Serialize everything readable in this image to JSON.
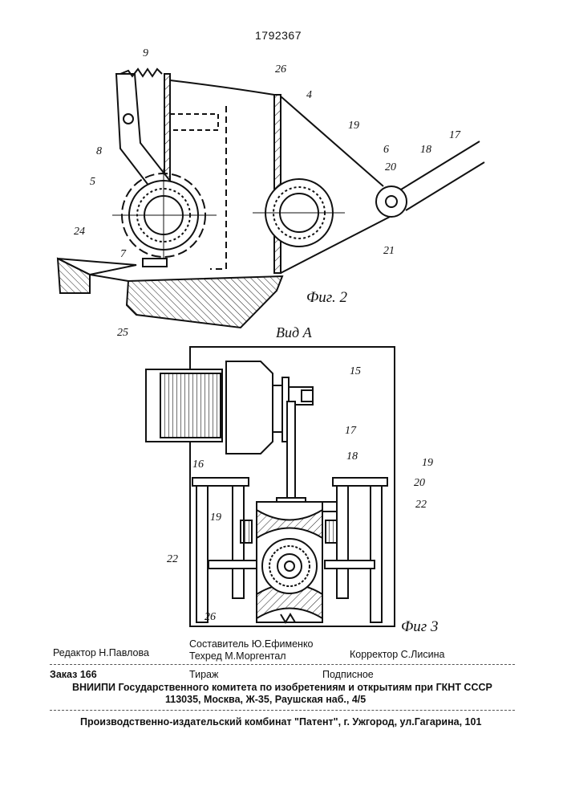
{
  "header": {
    "patent_number": "1792367"
  },
  "figure2": {
    "caption": "Фиг. 2",
    "labels": [
      "9",
      "26",
      "4",
      "19",
      "17",
      "18",
      "8",
      "6",
      "20",
      "5",
      "7",
      "24",
      "21",
      "25"
    ]
  },
  "figure3": {
    "view_title": "Вид А",
    "caption": "Фиг 3",
    "labels": [
      "15",
      "17",
      "18",
      "19",
      "16",
      "19",
      "20",
      "22",
      "22",
      "26"
    ]
  },
  "credits": {
    "editor": "Редактор  Н.Павлова",
    "compiler": "Составитель  Ю.Ефименко",
    "techred": "Техред М.Моргентал",
    "corrector": "Корректор  С.Лисина",
    "order": "Заказ  166",
    "circulation": "Тираж",
    "subscription": "Подписное",
    "org_line": "ВНИИПИ Государственного комитета по изобретениям и открытиям при ГКНТ СССР",
    "address_line": "113035, Москва, Ж-35, Раушская наб., 4/5",
    "publisher_line": "Производственно-издательский комбинат \"Патент\", г. Ужгород, ул.Гагарина, 101"
  }
}
